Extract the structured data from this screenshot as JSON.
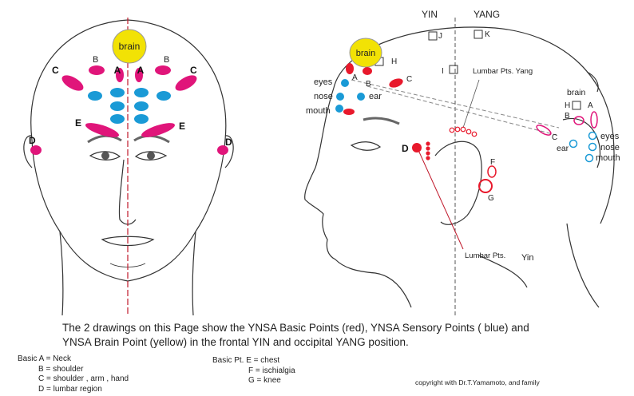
{
  "labels": {
    "brain": "brain",
    "A": "A",
    "B": "B",
    "C": "C",
    "D": "D",
    "E": "E",
    "F": "F",
    "G": "G",
    "H": "H",
    "I": "I",
    "J": "J",
    "K": "K",
    "yin": "YIN",
    "yang": "YANG",
    "lumbar_yang": "Lumbar Pts. Yang",
    "lumbar_pts": "Lumbar Pts.",
    "yin_small": "Yin",
    "eyes": "eyes",
    "nose": "nose",
    "mouth": "mouth",
    "ear": "ear"
  },
  "caption": {
    "line1": "The 2 drawings on this Page show the YNSA Basic Points (red), YNSA Sensory Points ( blue) and",
    "line2": "YNSA Brain Point (yellow) in the frontal YIN and occipital YANG position."
  },
  "legend_left": {
    "a": "Basic A = Neck",
    "b": "B = shoulder",
    "c": "C = shoulder ,  arm ,  hand",
    "d": "D = lumbar region"
  },
  "legend_right": {
    "e": "Basic Pt. E =  chest",
    "f": "F = ischialgia",
    "g": "G = knee"
  },
  "copyright": "copyright with Dr.T.Yamamoto, and family",
  "colors": {
    "basic_red": "#e8192c",
    "basic_magenta": "#e0157a",
    "sensory_blue": "#1a9ad6",
    "brain_yellow": "#f2e205",
    "line_red": "#c0182a"
  }
}
